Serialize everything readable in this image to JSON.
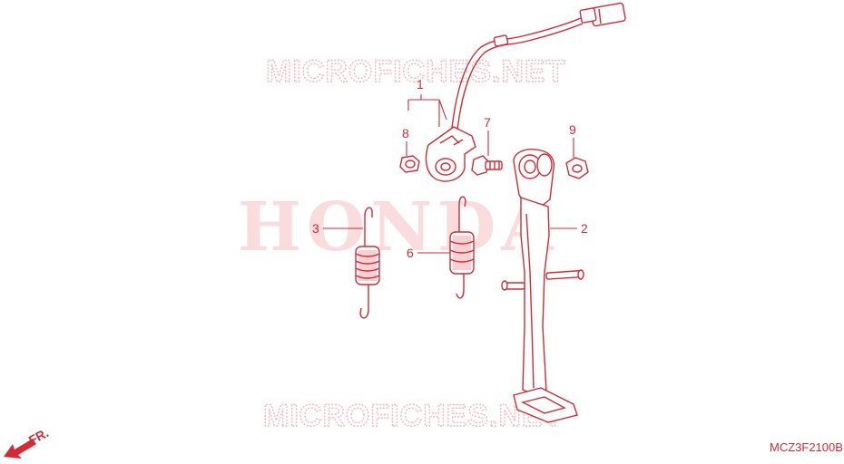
{
  "watermarks": {
    "top": "MICROFICHES.NET",
    "center": "HONDA",
    "bottom": "MICROFICHES.NET"
  },
  "callouts": {
    "c1": "1",
    "c2": "2",
    "c3": "3",
    "c6": "6",
    "c7": "7",
    "c8": "8",
    "c9": "9"
  },
  "front_indicator": "FR.",
  "diagram_code": "MCZ3F2100B",
  "colors": {
    "line": "#d42a35",
    "shade": "#f3a9b0",
    "watermark": "#f4b6bc",
    "background": "#ffffff"
  }
}
